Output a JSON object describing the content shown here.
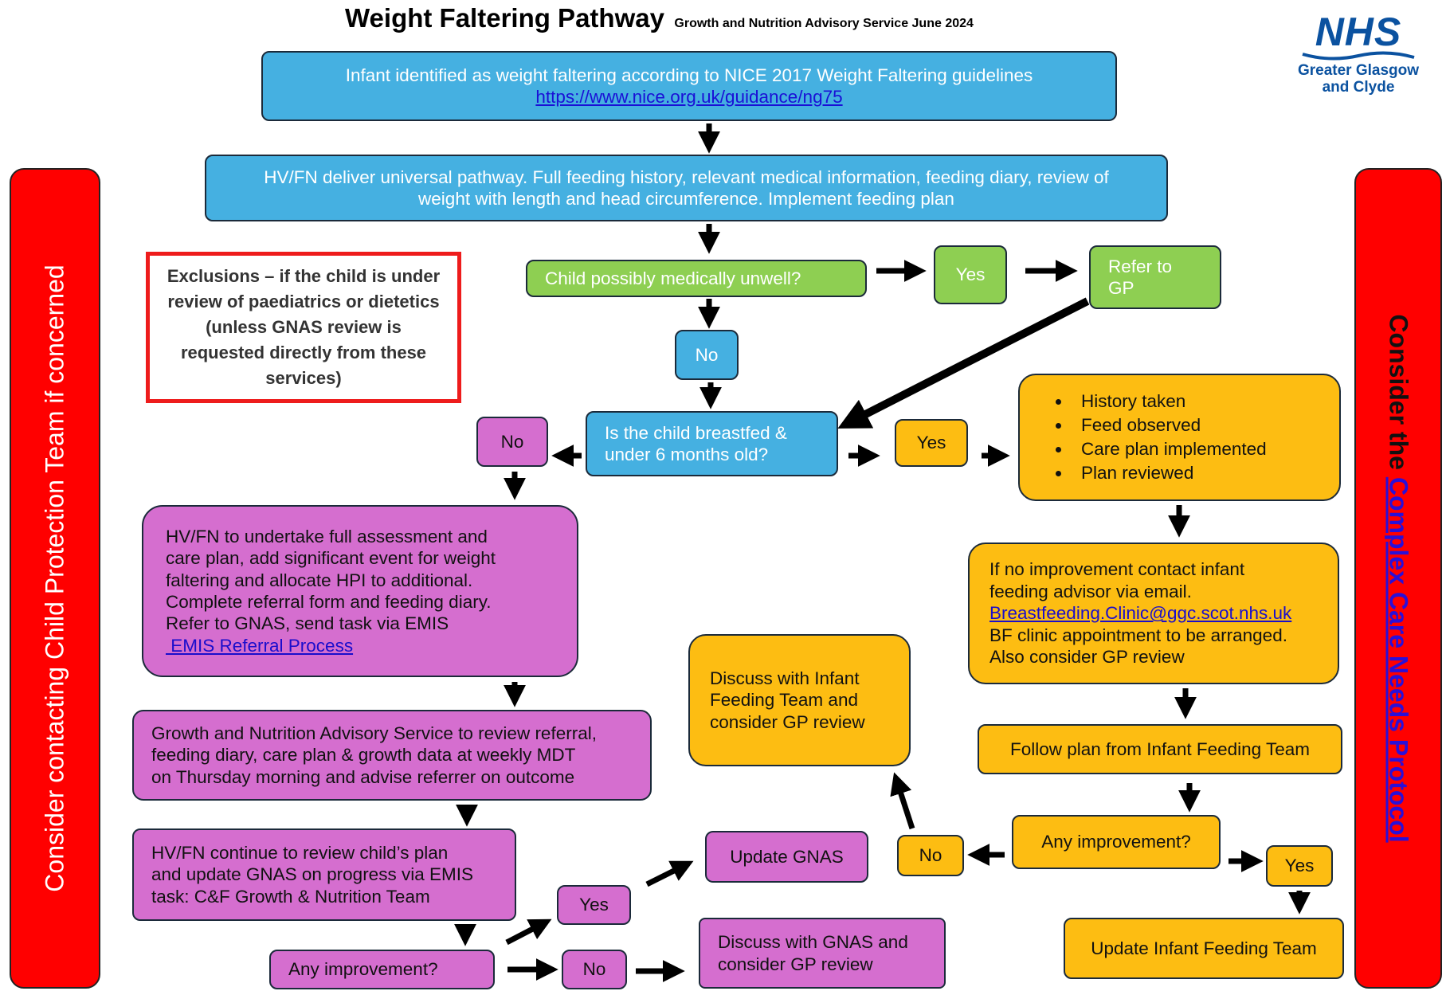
{
  "header": {
    "title": "Weight Faltering Pathway",
    "subtitle": "Growth and Nutrition Advisory Service June 2024"
  },
  "logo": {
    "wordmark": "NHS",
    "org_line1": "Greater Glasgow",
    "org_line2": "and Clyde"
  },
  "sidebars": {
    "left_text": "Consider contacting Child Protection Team if concerned",
    "right_prefix": "Consider the ",
    "right_link": "Complex Care Needs Protocol"
  },
  "boxes": {
    "identified_line1": "Infant identified as weight faltering according to NICE 2017 Weight Faltering guidelines",
    "identified_link": "https://www.nice.org.uk/guidance/ng75",
    "universal_line1": "HV/FN deliver universal pathway. Full feeding history, relevant medical information, feeding diary, review of",
    "universal_line2": "weight with length and head circumference. Implement feeding plan",
    "exclusions": "Exclusions – if the child is under review of paediatrics or dietetics (unless GNAS review is requested directly from these services)",
    "unwell_q": "Child possibly medically unwell?",
    "unwell_yes": "Yes",
    "refer_gp_line1": "Refer to",
    "refer_gp_line2": "GP",
    "unwell_no": "No",
    "breastfed_line1": "Is the child breastfed &",
    "breastfed_line2": "under 6 months old?",
    "bf_no": "No",
    "bf_yes": "Yes",
    "checklist": [
      "History taken",
      "Feed observed",
      "Care plan implemented",
      "Plan reviewed"
    ],
    "assessment_lines": [
      "HV/FN to undertake full assessment and",
      "care plan, add significant event for weight",
      "faltering and allocate HPI to additional.",
      "Complete referral form and feeding diary.",
      "Refer to GNAS, send task via EMIS"
    ],
    "assessment_link": " EMIS Referral Process",
    "no_improvement_lines": [
      "If no improvement contact infant",
      "feeding advisor via email."
    ],
    "no_improvement_email": "Breastfeeding.Clinic@ggc.scot.nhs.uk",
    "no_improvement_lines2": [
      "BF clinic appointment to be arranged.",
      "Also consider GP review"
    ],
    "discuss_ift_lines": [
      "Discuss with Infant",
      "Feeding Team and",
      "consider GP review"
    ],
    "follow_plan": "Follow plan from Infant Feeding Team",
    "gnas_review_lines": [
      "Growth and Nutrition Advisory Service to review referral,",
      "feeding diary, care plan & growth data at weekly MDT",
      "on Thursday morning and advise referrer on outcome"
    ],
    "orange_improvement_q": "Any improvement?",
    "orange_no": "No",
    "orange_yes": "Yes",
    "update_ift": "Update Infant Feeding Team",
    "continue_lines": [
      "HV/FN continue to review child’s plan",
      "and update GNAS on progress via EMIS",
      "task: C&F Growth & Nutrition Team"
    ],
    "update_gnas": "Update GNAS",
    "purple_yes": "Yes",
    "purple_improvement_q": "Any improvement?",
    "purple_no": "No",
    "discuss_gnas_lines": [
      "Discuss with GNAS and",
      "consider GP review"
    ]
  },
  "colors": {
    "blue": "#45b0e1",
    "green": "#8ecf52",
    "orange": "#fdbd12",
    "purple": "#d56ecf",
    "red": "#ff0000",
    "nhs_blue": "#0b52a0"
  }
}
